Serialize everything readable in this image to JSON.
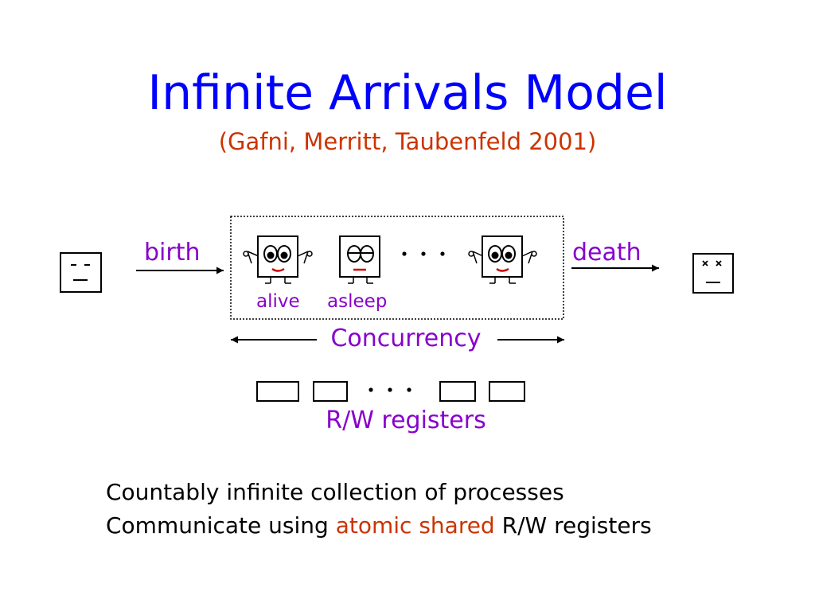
{
  "slide": {
    "title": "Infinite Arrivals Model",
    "subtitle": "(Gafni, Merritt, Taubenfeld 2001)"
  },
  "diagram": {
    "birth_label": "birth",
    "death_label": "death",
    "alive_label": "alive",
    "asleep_label": "asleep",
    "concurrency_label": "Concurrency",
    "registers_label": "R/W registers"
  },
  "bullets": {
    "line1": "Countably infinite collection of processes",
    "line2_prefix": "Communicate using ",
    "line2_highlight": "atomic shared",
    "line2_suffix": " R/W registers"
  },
  "colors": {
    "title": "#0000ff",
    "subtitle": "#cc3300",
    "label": "#8800cc",
    "highlight": "#cc3300",
    "mouth": "#cc0000",
    "body_text": "#000000"
  }
}
